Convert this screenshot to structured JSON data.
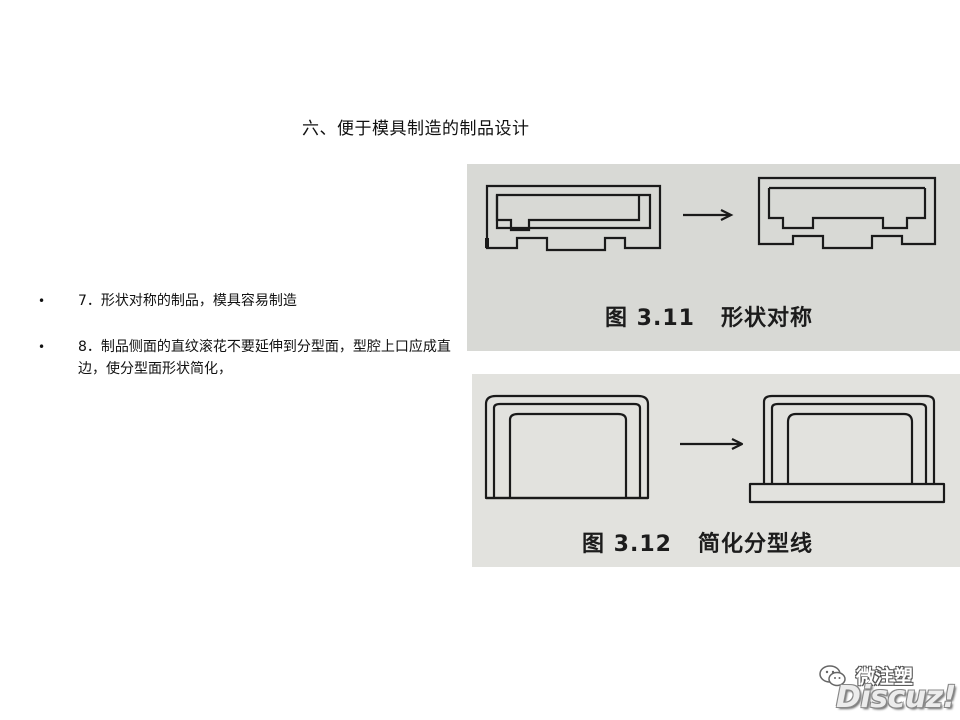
{
  "slide": {
    "title": "六、便于模具制造的制品设计",
    "bullets": [
      {
        "marker": "•",
        "text": "7．形状对称的制品，模具容易制造"
      },
      {
        "marker": "•",
        "text": "8．制品侧面的直纹滚花不要延伸到分型面，型腔上口应成直边，使分型面形状简化，"
      }
    ]
  },
  "figures": [
    {
      "number": "图 3.11",
      "caption": "形状对称"
    },
    {
      "number": "图 3.12",
      "caption": "简化分型线"
    }
  ],
  "watermark": {
    "account": "微注塑",
    "brand": "Discuz!",
    "icon": "wechat-icon"
  },
  "colors": {
    "background": "#ffffff",
    "figure_bg": "#d9dad6",
    "line": "#1a1a1a"
  }
}
